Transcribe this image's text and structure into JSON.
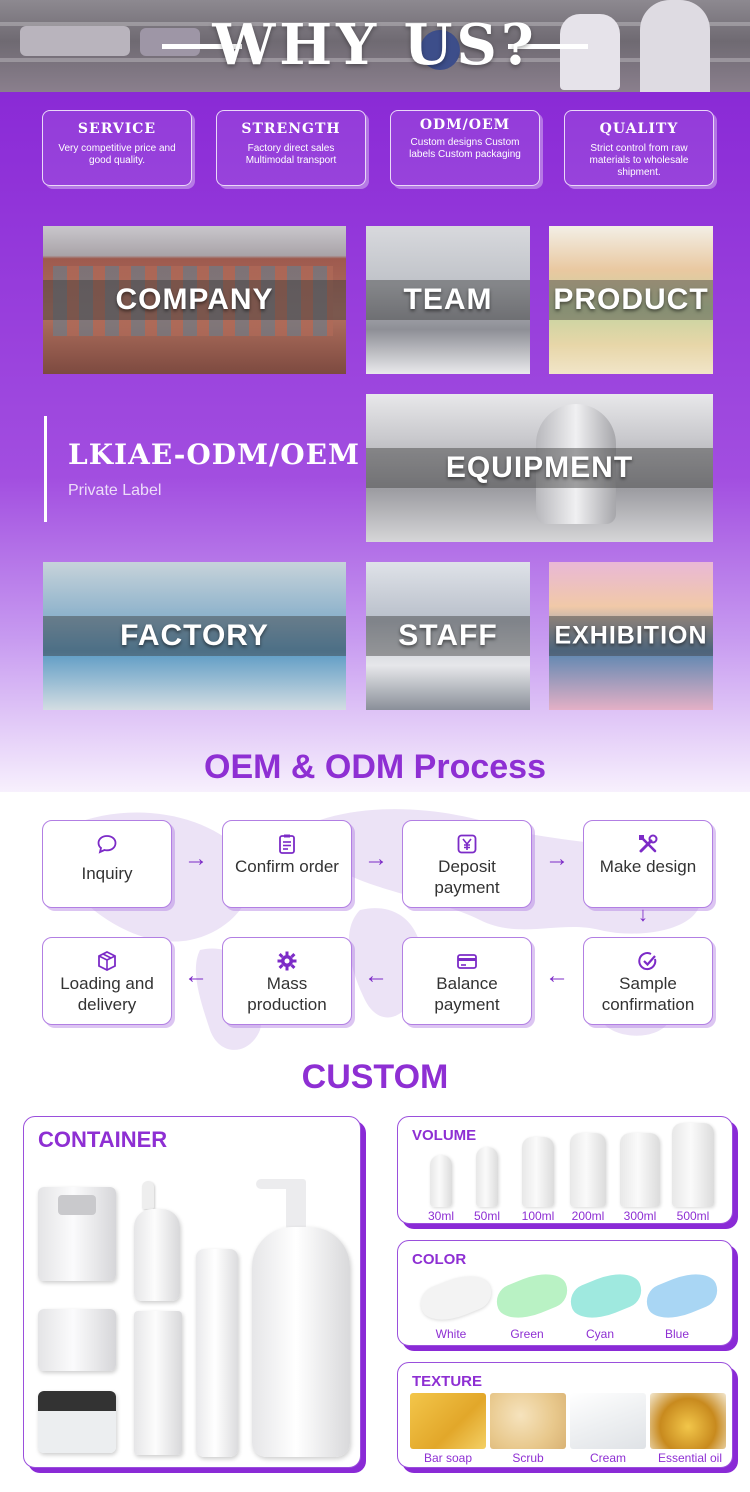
{
  "header": {
    "title": "WHY US?"
  },
  "features": [
    {
      "title": "SERVICE",
      "text": "Very competitive price and good quality."
    },
    {
      "title": "STRENGTH",
      "text": "Factory direct sales Multimodal transport"
    },
    {
      "title": "ODM/OEM",
      "text": "Custom designs Custom labels Custom packaging"
    },
    {
      "title": "QUALITY",
      "text": "Strict control from raw materials to wholesale shipment."
    }
  ],
  "gallery": {
    "company": "COMPANY",
    "team": "TEAM",
    "product": "PRODUCT",
    "equipment": "EQUIPMENT",
    "factory": "FACTORY",
    "staff": "STAFF",
    "exhibition": "EXHIBITION"
  },
  "brand": {
    "name": "LKIAE-ODM/OEM",
    "subtitle": "Private Label"
  },
  "process": {
    "title": "OEM & ODM Process",
    "steps": [
      {
        "label": "Inquiry",
        "icon": "chat-bubble-icon"
      },
      {
        "label": "Confirm order",
        "icon": "clipboard-icon"
      },
      {
        "label": "Deposit payment",
        "icon": "yen-payment-icon"
      },
      {
        "label": "Make design",
        "icon": "tools-icon"
      },
      {
        "label": "Sample confirmation",
        "icon": "check-circle-icon"
      },
      {
        "label": "Balance payment",
        "icon": "card-payment-icon"
      },
      {
        "label": "Mass production",
        "icon": "gear-icon"
      },
      {
        "label": "Loading and delivery",
        "icon": "package-icon"
      }
    ]
  },
  "custom": {
    "title": "CUSTOM",
    "container": {
      "title": "CONTAINER"
    },
    "volume": {
      "title": "VOLUME",
      "options": [
        "30ml",
        "50ml",
        "100ml",
        "200ml",
        "300ml",
        "500ml"
      ]
    },
    "color": {
      "title": "COLOR",
      "options": [
        "White",
        "Green",
        "Cyan",
        "Blue"
      ],
      "swatches": [
        "#f3f3f3",
        "#b9f2c4",
        "#9fe9df",
        "#a9d6f4"
      ]
    },
    "texture": {
      "title": "TEXTURE",
      "options": [
        "Bar soap",
        "Scrub",
        "Cream",
        "Essential oil"
      ]
    }
  },
  "colors": {
    "accent": "#8e2fd3",
    "purple_bg": "#8a2ad6"
  }
}
